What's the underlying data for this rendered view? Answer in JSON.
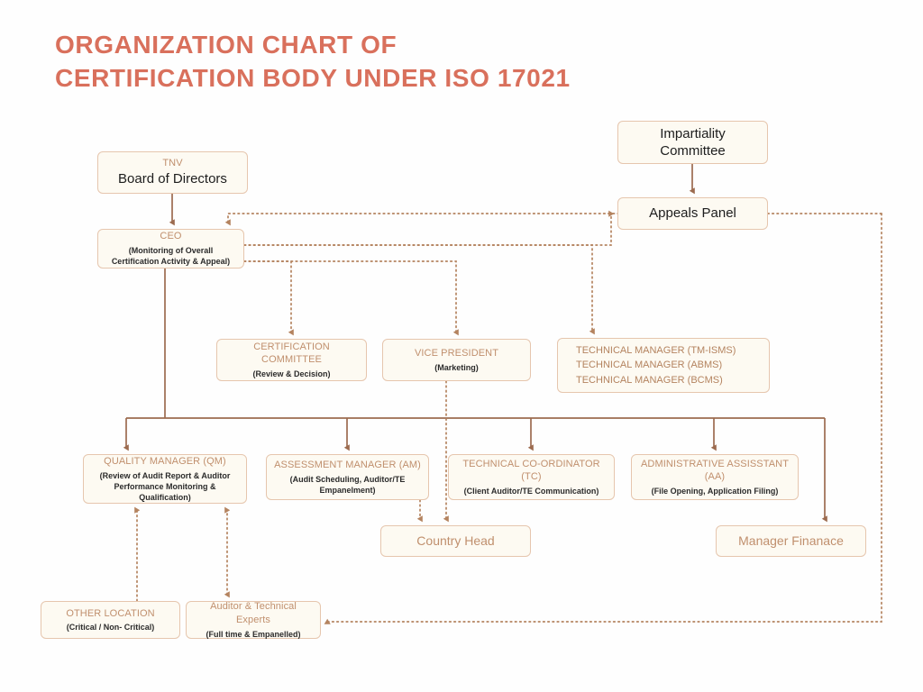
{
  "title": {
    "line1": "Organization Chart of",
    "line2": "Certification Body under ISO 17021",
    "color": "#d9705c"
  },
  "theme": {
    "node_fill": "#fdfaf2",
    "node_border": "#e6c6ae",
    "connector_solid": "#9c6b4f",
    "connector_dotted": "#b4835f",
    "title_color": "#d9705c",
    "label_color": "#c08f6d",
    "sublabel_color": "#2b2b2b",
    "background": "#fefefe"
  },
  "nodes": {
    "board": {
      "label": "TNV",
      "name": "Board of Directors"
    },
    "ceo": {
      "label": "CEO",
      "sub_line1": "(Monitoring of Overall",
      "sub_line2": "Certification Activity & Appeal)"
    },
    "impartiality": {
      "line1": "Impartiality",
      "line2": "Committee"
    },
    "appeals": {
      "name": "Appeals Panel"
    },
    "certification_committee": {
      "label": "CERTIFICATION COMMITTEE",
      "sub": "(Review & Decision)"
    },
    "vice_president": {
      "label": "VICE PRESIDENT",
      "sub": "(Marketing)"
    },
    "technical_managers": {
      "lines": [
        "TECHNICAL MANAGER (TM-ISMS)",
        "TECHNICAL MANAGER (ABMS)",
        "TECHNICAL MANAGER (BCMS)"
      ]
    },
    "quality_manager": {
      "label": "QUALITY MANAGER (QM)",
      "sub_line1": "(Review of Audit Report & Auditor",
      "sub_line2": "Performance Monitoring & Qualification)"
    },
    "assessment_manager": {
      "label": "ASSESSMENT MANAGER (AM)",
      "sub": "(Audit Scheduling, Auditor/TE Empanelment)"
    },
    "technical_coordinator": {
      "label": "TECHNICAL CO-ORDINATOR (TC)",
      "sub": "(Client Auditor/TE Communication)"
    },
    "admin_assistant": {
      "label_line1": "ADMINISTRATIVE ASSISSTANT",
      "label_line2": "(AA)",
      "sub": "(File Opening, Application Filing)"
    },
    "country_head": {
      "name": "Country Head"
    },
    "manager_finance": {
      "name": "Manager Finanace"
    },
    "other_location": {
      "label": "OTHER LOCATION",
      "sub": "(Critical / Non- Critical)"
    },
    "auditors": {
      "label": "Auditor & Technical Experts",
      "sub": "(Full time  & Empanelled)"
    }
  },
  "connectors": [
    {
      "from": "board",
      "to": "ceo",
      "style": "solid",
      "arrow": "end"
    },
    {
      "from": "impartiality",
      "to": "appeals",
      "style": "solid",
      "arrow": "end"
    },
    {
      "from": "ceo",
      "to": "appeals",
      "style": "dotted",
      "arrow": "end"
    },
    {
      "from": "appeals",
      "to": "ceo",
      "style": "dotted",
      "arrow": "end"
    },
    {
      "from": "ceo",
      "to": "certification_committee",
      "style": "dotted",
      "arrow": "end"
    },
    {
      "from": "ceo",
      "to": "vice_president",
      "style": "dotted",
      "arrow": "end"
    },
    {
      "from": "ceo",
      "to": "technical_managers",
      "style": "dotted",
      "arrow": "end"
    },
    {
      "from": "ceo",
      "to": "quality_manager",
      "style": "solid",
      "arrow": "end"
    },
    {
      "from": "ceo",
      "to": "assessment_manager",
      "style": "solid",
      "arrow": "end"
    },
    {
      "from": "ceo",
      "to": "technical_coordinator",
      "style": "solid",
      "arrow": "end"
    },
    {
      "from": "ceo",
      "to": "admin_assistant",
      "style": "solid",
      "arrow": "end"
    },
    {
      "from": "ceo",
      "to": "manager_finance",
      "style": "solid",
      "arrow": "end"
    },
    {
      "from": "vice_president",
      "to": "country_head",
      "style": "dotted",
      "arrow": "end"
    },
    {
      "from": "assessment_manager",
      "to": "country_head",
      "style": "dotted",
      "arrow": "end"
    },
    {
      "from": "quality_manager",
      "to": "other_location",
      "style": "dotted",
      "arrow": "start"
    },
    {
      "from": "quality_manager",
      "to": "auditors",
      "style": "dotted",
      "arrow": "both"
    },
    {
      "from": "appeals",
      "to": "auditors",
      "style": "dotted",
      "arrow": "end"
    }
  ]
}
